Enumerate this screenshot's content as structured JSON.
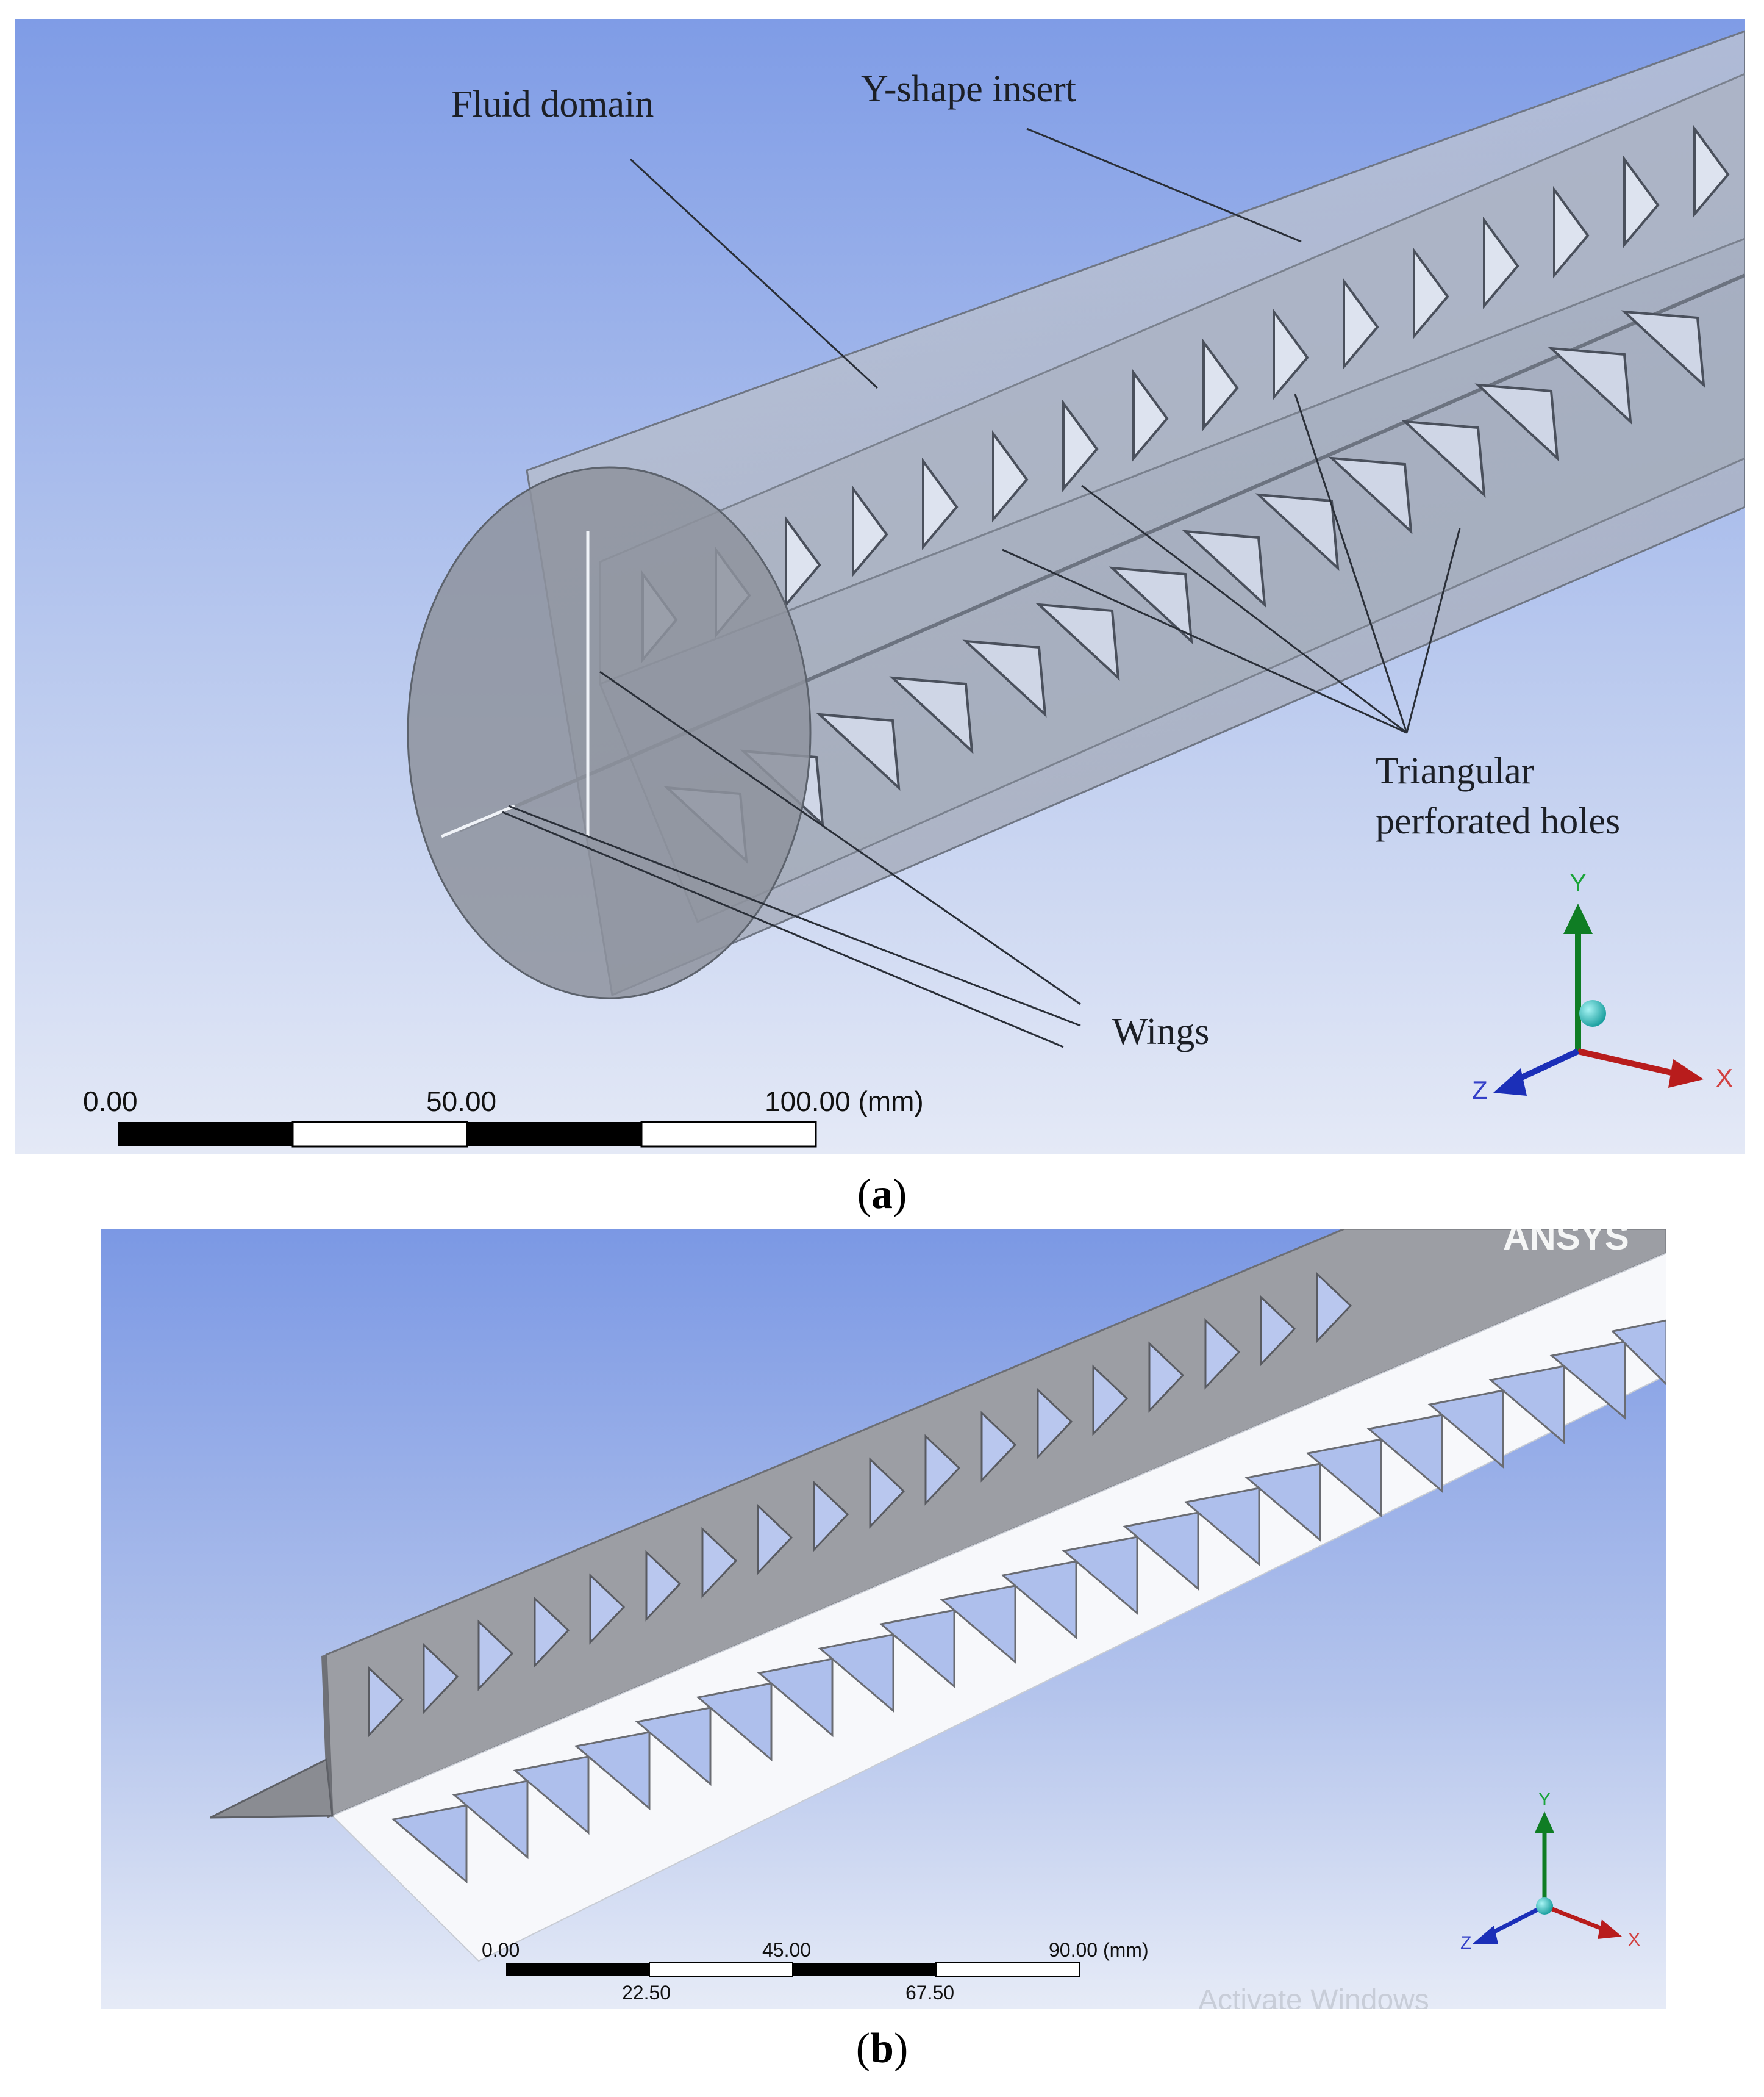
{
  "panel_a": {
    "labels": {
      "fluid_domain": "Fluid domain",
      "y_shape_insert": "Y-shape insert",
      "holes_line1": "Triangular",
      "holes_line2": "perforated holes",
      "wings": "Wings"
    },
    "scale": {
      "t0": "0.00",
      "t1": "50.00",
      "t2": "100.00 (mm)"
    },
    "axes": {
      "x": "X",
      "y": "Y",
      "z": "Z"
    },
    "caption_letter": "a"
  },
  "panel_b": {
    "scale": {
      "top0": "0.00",
      "top1": "45.00",
      "top2": "90.00 (mm)",
      "bot1": "22.50",
      "bot2": "67.50"
    },
    "axes": {
      "x": "X",
      "y": "Y",
      "z": "Z"
    },
    "watermark_top": "ANSYS",
    "watermark_bottom": "Activate Windows",
    "caption_letter": "b"
  },
  "colors": {
    "background_top": "#7f9ce6",
    "background_bottom": "#dfe6f6",
    "axis_x": "#b81c1c",
    "axis_y": "#0f7d24",
    "axis_z": "#1b2fb8",
    "axis_origin": "#23c7c7"
  }
}
